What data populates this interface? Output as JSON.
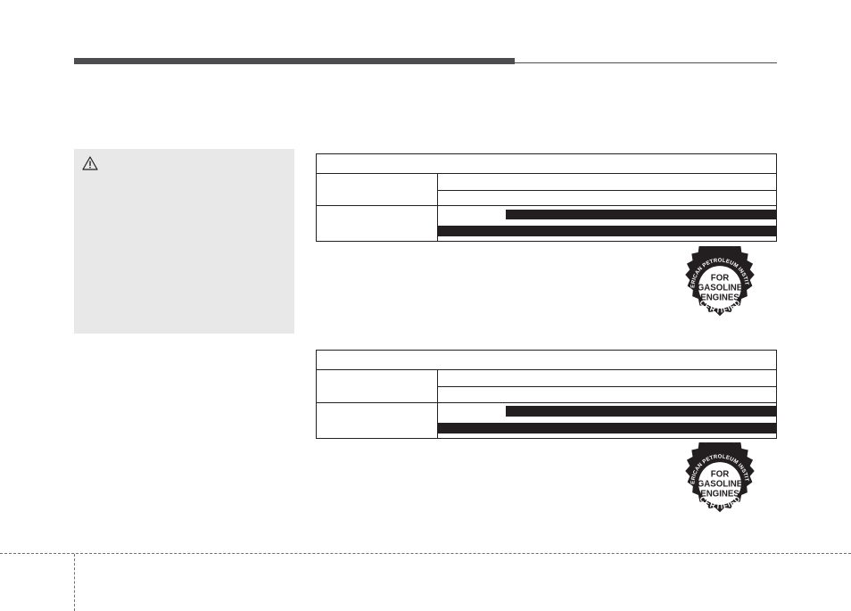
{
  "page": {
    "background": "#ffffff",
    "header_rule_color": "#4d4d4f",
    "caution_box_color": "#e8e8e9",
    "table_line_color": "#231f20"
  },
  "caution": {
    "icon": "warning-triangle-icon"
  },
  "seals": [
    {
      "icon": "api-certification-seal-icon",
      "arc_text": "AMERICAN PETROLEUM INSTITUTE",
      "line1": "FOR",
      "line2": "GASOLINE",
      "line3": "ENGINES",
      "bottom_text": "CERTIFIED"
    },
    {
      "icon": "api-certification-seal-icon",
      "arc_text": "AMERICAN PETROLEUM INSTITUTE",
      "line1": "FOR",
      "line2": "GASOLINE",
      "line3": "ENGINES",
      "bottom_text": "CERTIFIED"
    }
  ]
}
